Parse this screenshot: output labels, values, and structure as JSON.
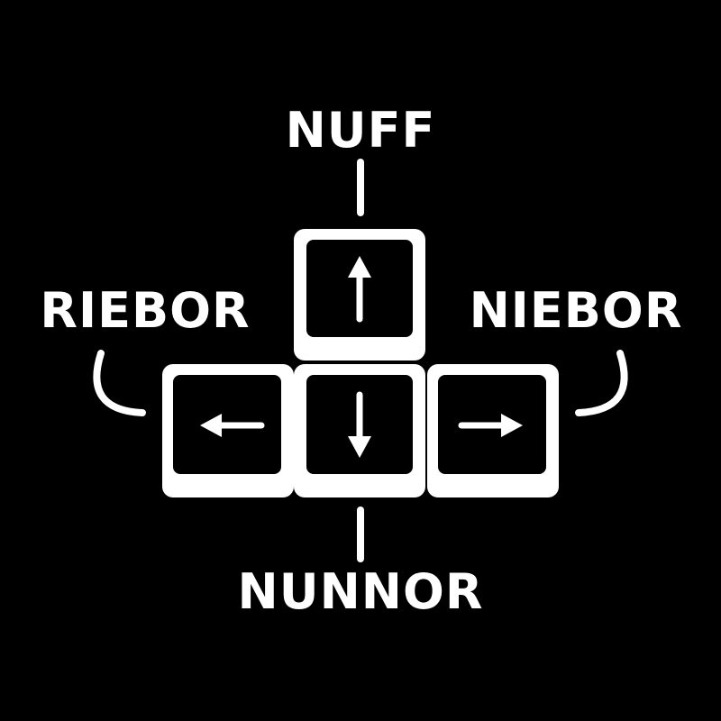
{
  "labels": {
    "up": "NUFF",
    "left": "RIEBOR",
    "right": "NIEBOR",
    "down": "NUNNOR"
  },
  "keys": [
    {
      "id": "up",
      "icon": "arrow-up-icon"
    },
    {
      "id": "left",
      "icon": "arrow-left-icon"
    },
    {
      "id": "down",
      "icon": "arrow-down-icon"
    },
    {
      "id": "right",
      "icon": "arrow-right-icon"
    }
  ],
  "colors": {
    "background": "#000000",
    "foreground": "#ffffff"
  }
}
